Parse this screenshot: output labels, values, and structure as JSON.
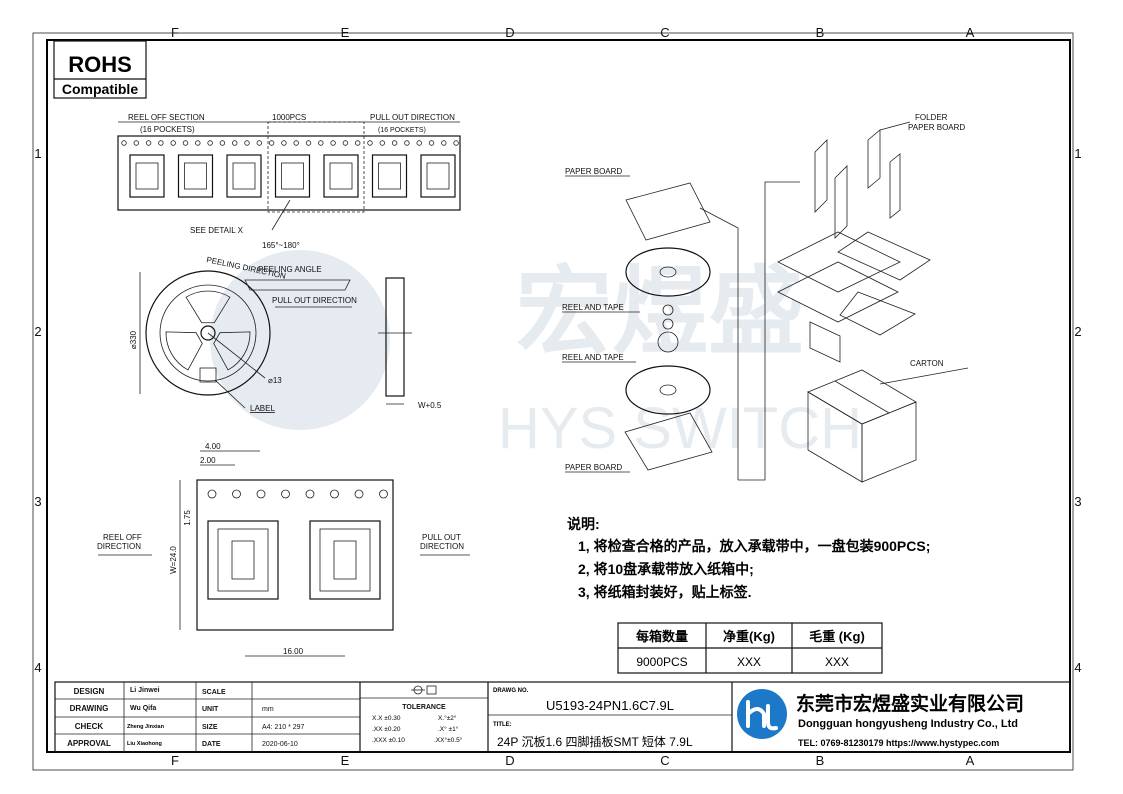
{
  "zones": {
    "columns": [
      "F",
      "E",
      "D",
      "C",
      "B",
      "A"
    ],
    "rows": [
      "1",
      "2",
      "3",
      "4"
    ]
  },
  "rohs": {
    "title": "ROHS",
    "subtitle": "Compatible"
  },
  "tape": {
    "reel_off_section": "REEL OFF SECTION",
    "reel_off_pockets": "(16 POCKETS)",
    "qty": "1000PCS",
    "pull_out_direction": "PULL OUT DIRECTION",
    "pull_out_pockets": "(16 POCKETS)",
    "see_detail": "SEE DETAIL X"
  },
  "reel": {
    "angle": "165°~180°",
    "peeling_direction": "PEELING DIRECTION",
    "peeling_angle": "PEELING ANGLE",
    "pull_out_direction": "PULL OUT DIRECTION",
    "diameter": "⌀330",
    "hub": "⌀13",
    "label": "LABEL",
    "width": "W+0.5"
  },
  "detail": {
    "dim_400": "4.00",
    "dim_200": "2.00",
    "dim_175": "1.75",
    "dim_w": "W=24.0",
    "dim_1600": "16.00",
    "reel_off": "REEL OFF",
    "reel_off_dir": "DIRECTION",
    "pull_out": "PULL OUT",
    "pull_out_dir": "DIRECTION"
  },
  "packing": {
    "paper_board_top": "PAPER BOARD",
    "reel_tape_1": "REEL AND TAPE",
    "reel_tape_2": "REEL AND TAPE",
    "paper_board_bottom": "PAPER BOARD",
    "folder_1": "FOLDER",
    "folder_2": "PAPER BOARD",
    "carton": "CARTON"
  },
  "notes": {
    "heading": "说明:",
    "items": [
      "1, 将检查合格的产品，放入承载带中，一盘包装900PCS;",
      "2, 将10盘承载带放入纸箱中;",
      "3, 将纸箱封装好，贴上标签."
    ]
  },
  "qty_table": {
    "headers": [
      "每箱数量",
      "净重(Kg)",
      "毛重 (Kg)"
    ],
    "row": [
      "9000PCS",
      "XXX",
      "XXX"
    ]
  },
  "watermark": {
    "cn": "宏煜盛",
    "en": "HYS SWITCH"
  },
  "title_block": {
    "rows": [
      {
        "label": "DESIGN",
        "name": "Li Jinwei",
        "key": "SCALE",
        "value": ""
      },
      {
        "label": "DRAWING",
        "name": "Wu Qifa",
        "key": "UNIT",
        "value": "mm"
      },
      {
        "label": "CHECK",
        "name": "Zheng Jinxian",
        "key": "SIZE",
        "value": "A4: 210 * 297"
      },
      {
        "label": "APPROVAL",
        "name": "Liu Xiaohong",
        "key": "DATE",
        "value": "2020-06-10"
      }
    ],
    "tolerance": {
      "title": "TOLERANCE",
      "lines": [
        [
          "X.X  ±0.30",
          "X.°±2°"
        ],
        [
          ".XX  ±0.20",
          ".X° ±1°"
        ],
        [
          ".XXX ±0.10",
          ".XX°±0.5°"
        ]
      ]
    },
    "drawing_no_label": "DRAWG NO.",
    "drawing_no": "U5193-24PN1.6C7.9L",
    "title_label": "TITLE:",
    "title": "24P 沉板1.6 四脚插板SMT 短体 7.9L",
    "company_cn": "东莞市宏煜盛实业有限公司",
    "company_en": "Dongguan hongyusheng Industry Co., Ltd",
    "contact": "TEL: 0769-81230179  https://www.hystypec.com"
  },
  "colors": {
    "logo_blue": "#1e78c8",
    "watermark": "#b8c7d6"
  }
}
